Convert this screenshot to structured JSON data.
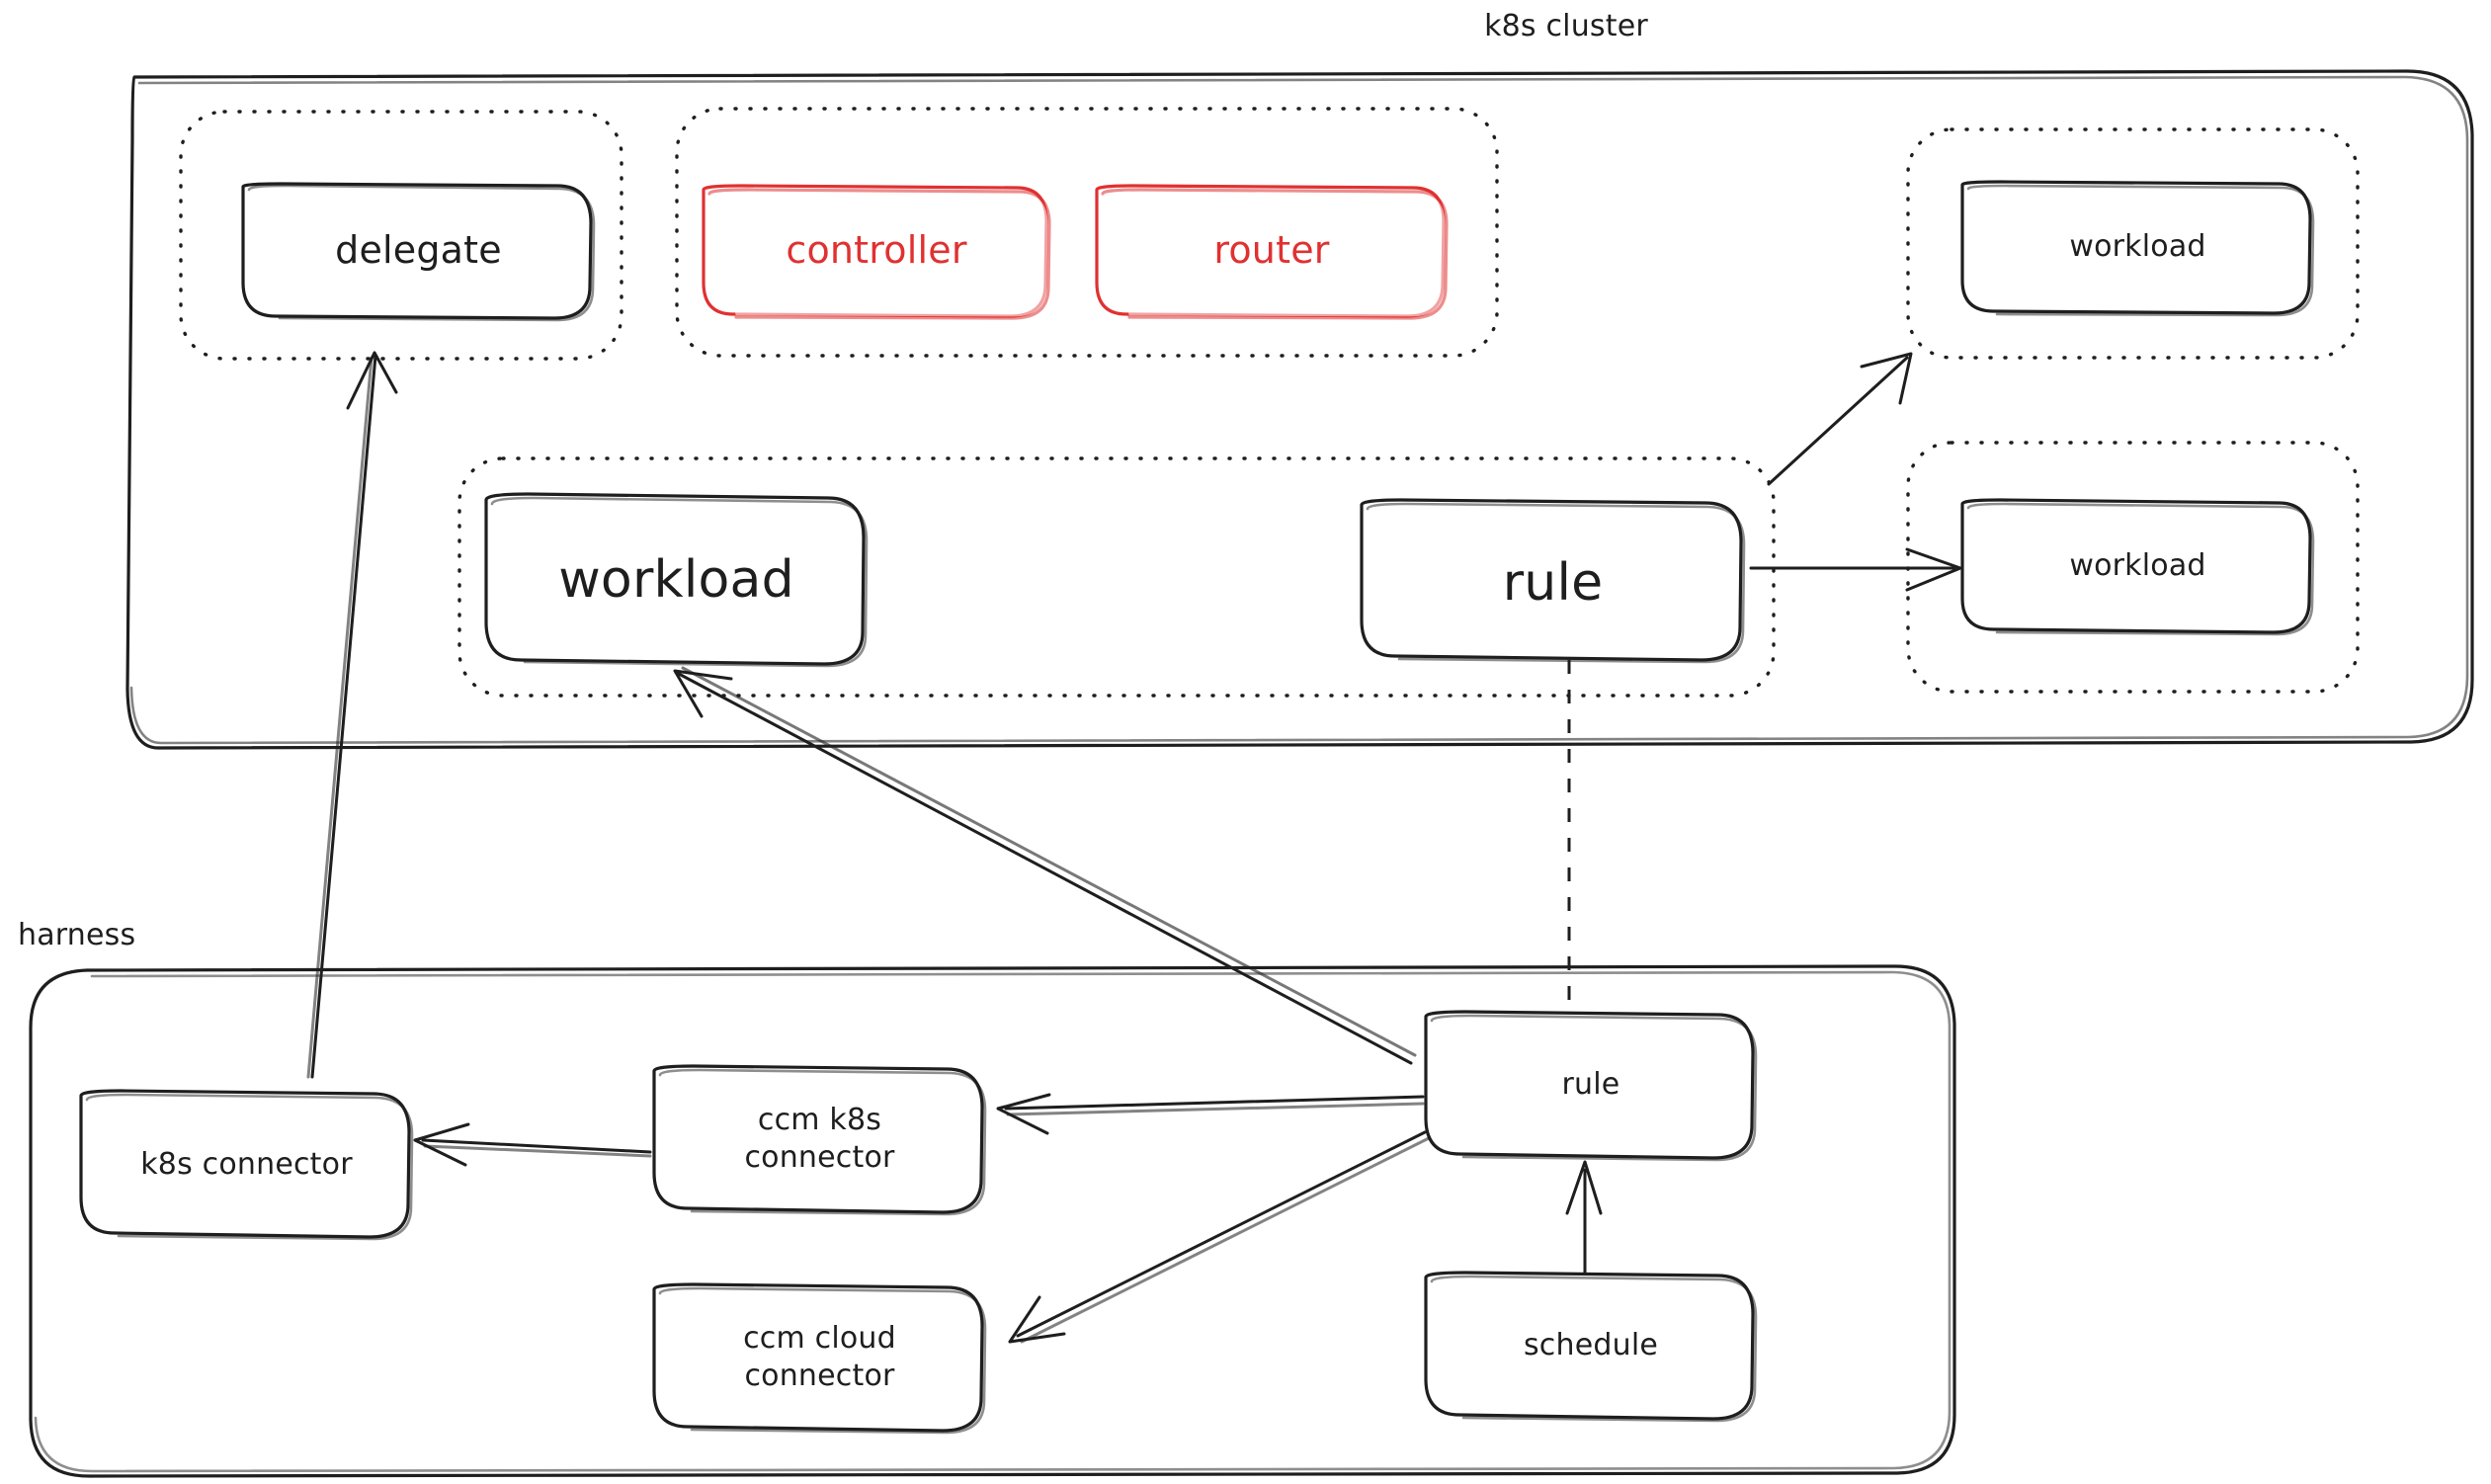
{
  "diagram": {
    "title": "k8s cluster and harness architecture",
    "colors": {
      "ink": "#1e1e1e",
      "accent_red": "#e03131",
      "background": "#ffffff"
    },
    "containers": [
      {
        "id": "k8s-cluster",
        "label": "k8s cluster"
      },
      {
        "id": "harness",
        "label": "harness"
      }
    ],
    "groups": [
      {
        "id": "delegate-group",
        "style": "dotted"
      },
      {
        "id": "controller-router-group",
        "style": "dotted"
      },
      {
        "id": "workload-rule-group",
        "style": "dotted"
      },
      {
        "id": "workload-group-top-right",
        "style": "dotted"
      },
      {
        "id": "workload-group-bottom-right",
        "style": "dotted"
      }
    ],
    "nodes": [
      {
        "id": "delegate",
        "label": "delegate",
        "color": "#1e1e1e"
      },
      {
        "id": "controller",
        "label": "controller",
        "color": "#e03131"
      },
      {
        "id": "router",
        "label": "router",
        "color": "#e03131"
      },
      {
        "id": "workload-center",
        "label": "workload",
        "color": "#1e1e1e"
      },
      {
        "id": "rule-cluster",
        "label": "rule",
        "color": "#1e1e1e"
      },
      {
        "id": "workload-top-right",
        "label": "workload",
        "color": "#1e1e1e"
      },
      {
        "id": "workload-bot-right",
        "label": "workload",
        "color": "#1e1e1e"
      },
      {
        "id": "k8s-connector",
        "label": "k8s connector",
        "color": "#1e1e1e"
      },
      {
        "id": "ccm-k8s-connector",
        "label": "ccm k8s\nconnector",
        "color": "#1e1e1e"
      },
      {
        "id": "ccm-cloud-connector",
        "label": "ccm cloud\nconnector",
        "color": "#1e1e1e"
      },
      {
        "id": "rule-harness",
        "label": "rule",
        "color": "#1e1e1e"
      },
      {
        "id": "schedule",
        "label": "schedule",
        "color": "#1e1e1e"
      }
    ],
    "edges": [
      {
        "id": "edge-k8sconnector-delegate",
        "from": "k8s-connector",
        "to": "delegate",
        "style": "solid",
        "arrow": "end"
      },
      {
        "id": "edge-ruleharness-workloadcenter",
        "from": "rule-harness",
        "to": "workload-center",
        "style": "solid",
        "arrow": "end"
      },
      {
        "id": "edge-rulecluster-workloadtopright",
        "from": "rule-cluster",
        "to": "workload-top-right",
        "style": "solid",
        "arrow": "end"
      },
      {
        "id": "edge-rulecluster-workloadbotright",
        "from": "rule-cluster",
        "to": "workload-bot-right",
        "style": "solid",
        "arrow": "end"
      },
      {
        "id": "edge-rulecluster-ruleharness",
        "from": "rule-cluster",
        "to": "rule-harness",
        "style": "dashed",
        "arrow": "none"
      },
      {
        "id": "edge-ccmk8s-k8sconnector",
        "from": "ccm-k8s-connector",
        "to": "k8s-connector",
        "style": "solid",
        "arrow": "end"
      },
      {
        "id": "edge-ruleharness-ccmk8s",
        "from": "rule-harness",
        "to": "ccm-k8s-connector",
        "style": "solid",
        "arrow": "end"
      },
      {
        "id": "edge-ruleharness-ccmcloud",
        "from": "rule-harness",
        "to": "ccm-cloud-connector",
        "style": "solid",
        "arrow": "end"
      },
      {
        "id": "edge-schedule-ruleharness",
        "from": "schedule",
        "to": "rule-harness",
        "style": "solid",
        "arrow": "end"
      }
    ]
  }
}
